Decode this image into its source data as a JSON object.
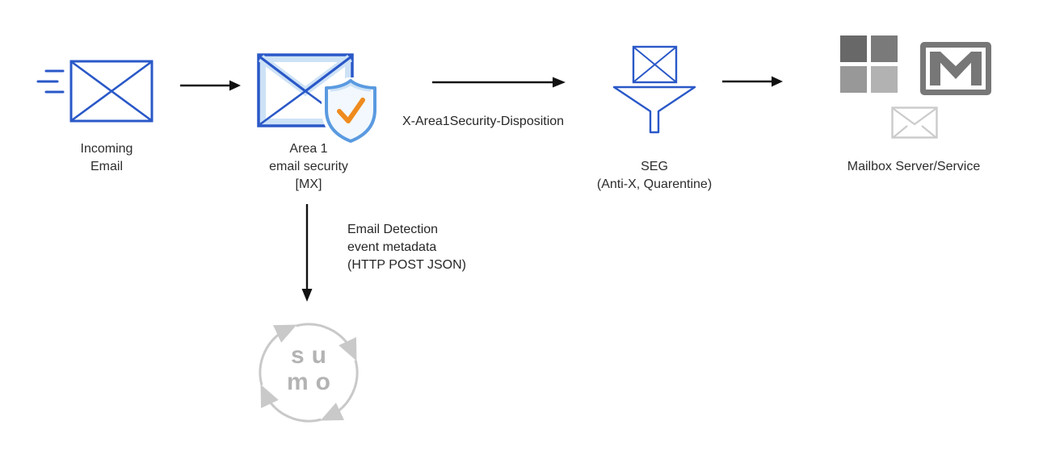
{
  "diagram": {
    "background": "#ffffff",
    "nodes": {
      "incoming_email": {
        "icon": "envelope-speed-lines-icon",
        "label_lines": [
          "Incoming",
          "Email"
        ]
      },
      "area1": {
        "icon": "envelope-shield-check-icon",
        "label_lines": [
          "Area 1",
          "email security",
          "[MX]"
        ]
      },
      "seg": {
        "icon": "envelope-funnel-icon",
        "label_lines": [
          "SEG",
          "(Anti-X, Quarentine)"
        ]
      },
      "mailbox": {
        "icons": [
          "microsoft-logo-icon",
          "gmail-icon",
          "envelope-outline-icon"
        ],
        "label": "Mailbox Server/Service"
      },
      "sumo_logic": {
        "icon": "sumo-logic-logo-icon",
        "text_lines": [
          "su",
          "mo"
        ]
      }
    },
    "edges": {
      "incoming_to_area1": {
        "type": "arrow-right",
        "label": ""
      },
      "area1_to_seg": {
        "type": "arrow-right",
        "label": "X-Area1Security-Disposition"
      },
      "seg_to_mailbox": {
        "type": "arrow-right",
        "label": ""
      },
      "area1_to_sumo": {
        "type": "arrow-down",
        "label_lines": [
          "Email Detection",
          "event metadata",
          "(HTTP POST JSON)"
        ]
      }
    },
    "colors": {
      "primary_blue": "#2a58c8",
      "light_blue_fill": "#cde2f6",
      "shield_blue": "#5a9ae0",
      "check_orange": "#ef8b1e",
      "arrow_black": "#111111",
      "label_text": "#2d2d2d",
      "sumo_gray": "#c9c9c9",
      "mailbox_dark_gray": "#777777",
      "mailbox_light_gray": "#cbcbcb"
    }
  }
}
